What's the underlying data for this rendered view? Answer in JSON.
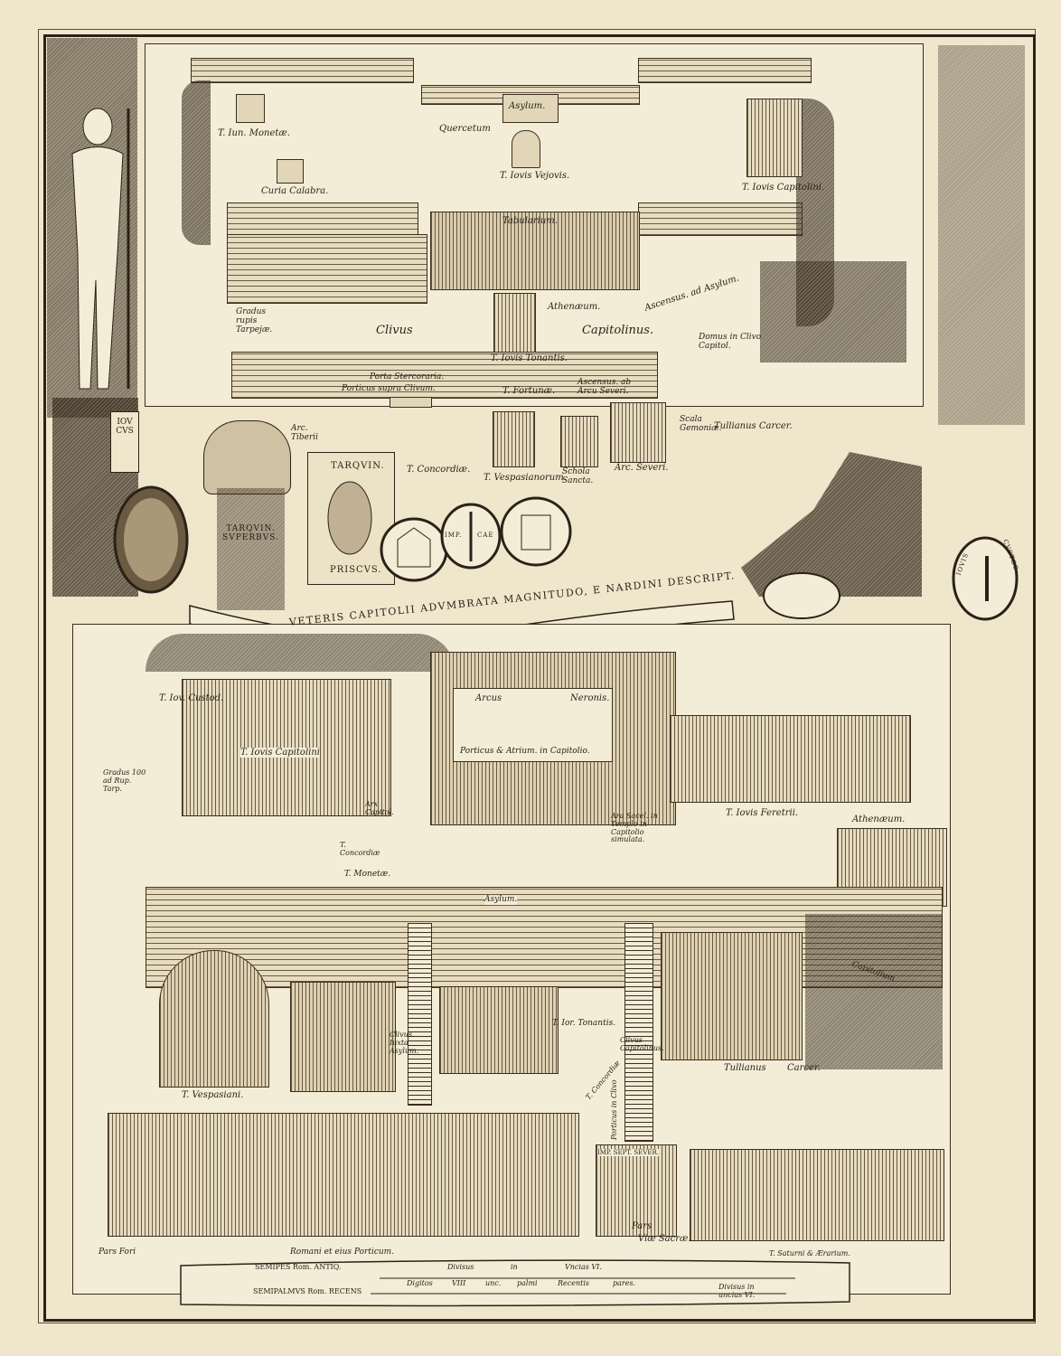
{
  "top_view": {
    "labels": {
      "t_iun_monetae": "T. Iun. Monetæ.",
      "curia_calabra": "Curia Calabra.",
      "asylum": "Asylum.",
      "quercetum": "Quercetum",
      "t_iovis_vejovis": "T. Iovis Vejovis.",
      "t_iovis_capitolini": "T. Iovis Capitolini.",
      "tabularium": "Tabularium.",
      "athenaeum": "Athenæum.",
      "ascensus_ad_asylum": "Ascensus. ad Asylum.",
      "gradus_rupis": "Gradus rupis Tarpejæ.",
      "clivus": "Clivus",
      "capitolinus": "Capitolinus.",
      "domus_in_clivo": "Domus in Clivo Capitol.",
      "t_iovis_tonantis": "T. Iovis Tonantis.",
      "porta_stercoraria": "Porta Stercoraria.",
      "porticus_supra_clivum": "Porticus supra Clivum.",
      "t_fortunae": "T. Fortunæ.",
      "ascensus_ab_arcu": "Ascensus. ab Arcu Severi.",
      "scala_gemoniae": "Scala Gemoniæ.",
      "tullianus_carcer": "Tullianus Carcer.",
      "arc_tiberii": "Arc. Tiberii",
      "t_concordiae": "T. Concordiæ.",
      "t_vespasianorum": "T. Vespasianorum.",
      "schola_sancta": "Schola Sancta.",
      "arc_severi": "Arc. Severi."
    }
  },
  "cartouche": {
    "tarquin_top": "TARQVIN.",
    "tarquin_superbus": "TARQVIN. SVPERBVS.",
    "priscus": "PRISCVS.",
    "pedestal": "IOV CVS",
    "coin_imp": "IMP.",
    "coin_cae": "CAE",
    "coin_iovis": "IOVIS",
    "coin_custos": "CVSTOS",
    "banner_title": "VETERIS CAPITOLII ADVMBRATA MAGNITUDO, E NARDINI DESCRIPT."
  },
  "bottom_view": {
    "labels": {
      "t_iov_custod": "T. Iov. Custod.",
      "t_iovis_capitolini": "T. Iovis Capitolini",
      "gradus_100": "Gradus 100 ad Rup. Tarp.",
      "arcus": "Arcus",
      "neronis": "Neronis.",
      "porticus_atrium": "Porticus & Atrium. in Capitolio.",
      "arx_capitol": "Arx Capitol.",
      "t_concordiae": "T. Concordiæ",
      "t_monetae": "T. Monetæ.",
      "ara_sacel": "Ara Sacel. in Templo in Capitolio simulata.",
      "t_iovis_feretrii": "T. Iovis Feretrii.",
      "athenaeum": "Athenæum.",
      "asylum": "Asylum.",
      "capitolium": "Capitolium",
      "clivus_iuxta": "Clivus Iuxta Asylum.",
      "t_ior_tonantis": "T. Ior. Tonantis.",
      "clivus_capitolinus": "Clivus Capitolinus.",
      "tullianus": "Tullianus",
      "carcer": "Carcer.",
      "t_vespasiani": "T. Vespasiani.",
      "t_concordiae_2": "T. Concordiæ",
      "porticus_in_clivo": "Porticus in Clivo",
      "imp_sept_sever": "IMP. SEPT. SEVER.",
      "pars": "Pars",
      "viae_sacrae": "Viæ Sacræ.",
      "pars_fori": "Pars Fori",
      "romani_porticum": "Romani et eius Porticum.",
      "t_saturni": "T. Saturni & Ærarium."
    }
  },
  "scale_banner": {
    "semipes": "SEMIPES Rom. ANTIQ.",
    "divisus": "Divisus",
    "in": "in",
    "uncias_vi": "Vncias VI.",
    "digitos": "Digitos",
    "viii": "VIII",
    "unc": "unc.",
    "palmi": "palmi",
    "recentis": "Recentis",
    "pares": "pares.",
    "semipalmus": "SEMIPALMVS Rom. RECENS",
    "divisus_uncias": "Divisus in uncias VI."
  }
}
